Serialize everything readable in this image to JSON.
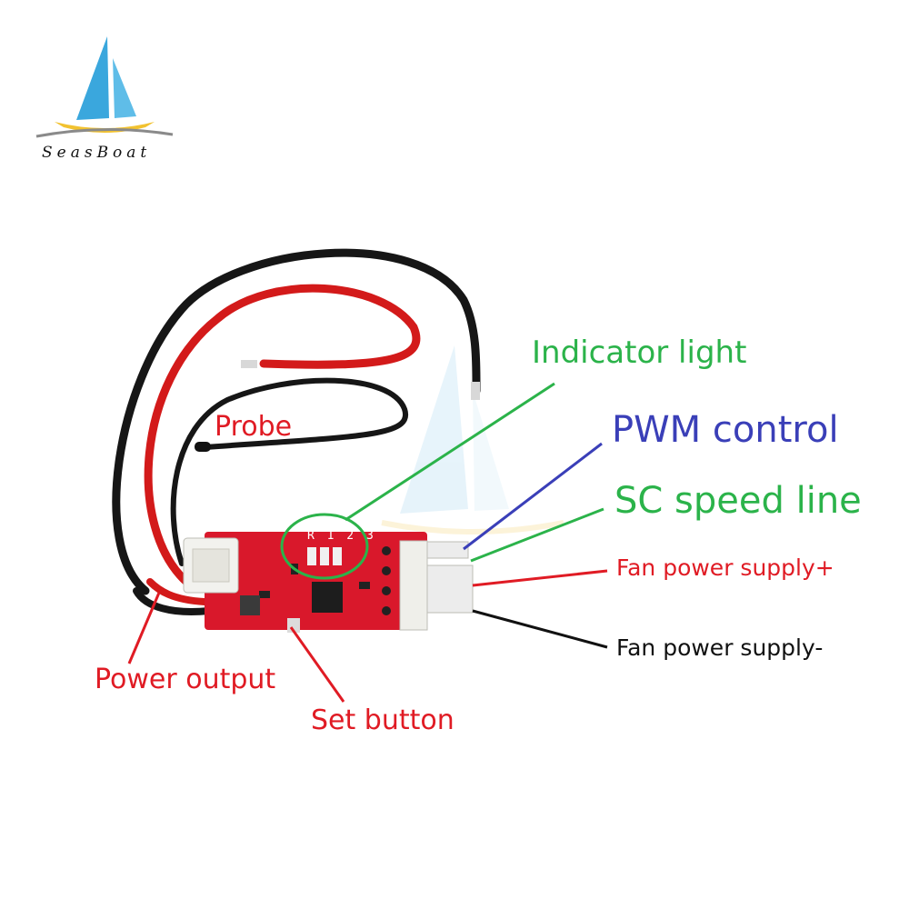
{
  "logo": {
    "text": "SeasBoat"
  },
  "pcb": {
    "silkscreen": "R 1 2 3"
  },
  "labels": {
    "indicator_light": "Indicator light",
    "pwm_control": "PWM control",
    "sc_speed_line": "SC speed line",
    "fan_power_plus": "Fan power supply+",
    "fan_power_minus": "Fan power supply-",
    "probe": "Probe",
    "power_output": "Power output",
    "set_button": "Set button"
  },
  "colors": {
    "green": "#2bb34a",
    "blue": "#3a3fb8",
    "red": "#e01b24",
    "black": "#111111",
    "pcb": "#d9182b",
    "logo_sail": "#3aa7dd"
  }
}
